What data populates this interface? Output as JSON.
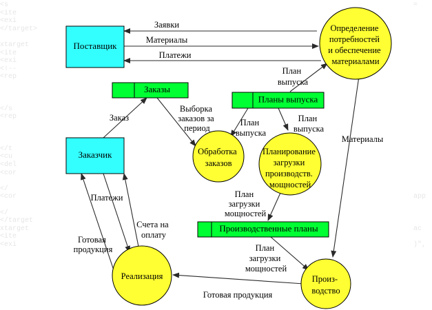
{
  "background_code": {
    "left": [
      "<s",
      "<ite",
      "<exi",
      "</target>",
      "",
      "xtarget",
      "<ite",
      "<exi",
      "<!--",
      "<rep",
      "",
      "",
      "",
      "</s",
      "<rep",
      "",
      "",
      "",
      "</t",
      "<cu",
      "<del",
      "<cor",
      "",
      "</",
      "<cor",
      "",
      "</",
      "</target",
      "xtarget",
      "<ite",
      "<exi"
    ],
    "right": [
      "=",
      "",
      "",
      "",
      "",
      "",
      "",
      "",
      "",
      "",
      "",
      "",
      "",
      "",
      "",
      "",
      "",
      "",
      "",
      "",
      "",
      "",
      "",
      "",
      "app",
      "",
      "",
      "",
      "ac",
      "",
      ")\","
    ]
  },
  "diagram": {
    "entities": {
      "supplier": "Поставщик",
      "customer": "Заказчик"
    },
    "processes": {
      "needs": [
        "Определение",
        "потребностей",
        "и обеспечение",
        "материалами"
      ],
      "orders_processing": [
        "Обработка",
        "заказов"
      ],
      "capacity_planning": [
        "Планирование",
        "загрузки",
        "производств.",
        "мощностей"
      ],
      "sales": [
        "Реализация"
      ],
      "production": [
        "Произ-",
        "водство"
      ]
    },
    "stores": {
      "orders": "Заказы",
      "release_plans": "Планы выпуска",
      "production_plans": "Производственные планы"
    },
    "flows": {
      "requests": [
        "Заявки"
      ],
      "materials_in": [
        "Материалы"
      ],
      "payments_out": [
        "Платежи"
      ],
      "order": [
        "Заказ"
      ],
      "order_sample": [
        "Выборка",
        "заказов за",
        "период"
      ],
      "release_plan_top": [
        "План",
        "выпуска"
      ],
      "release_plan_left": [
        "План",
        "выпуска"
      ],
      "release_plan_right": [
        "План",
        "выпуска"
      ],
      "materials_side": [
        "Материалы"
      ],
      "capacity_plan_1": [
        "План",
        "загрузки",
        "мощностей"
      ],
      "capacity_plan_2": [
        "План",
        "загрузки",
        "мощностей"
      ],
      "customer_payments": [
        "Платежи"
      ],
      "invoices": [
        "Счета на",
        "оплату"
      ],
      "finished_goods_left": [
        "Готовая",
        "продукция"
      ],
      "finished_goods_bottom": [
        "Готовая продукция"
      ]
    }
  },
  "colors": {
    "entity_fill": "#33ffff",
    "process_fill": "#ffff33",
    "store_fill": "#00ff33",
    "stroke": "#000000",
    "arrow": "#2a2a2a",
    "background_code_text": "#e6e6e6"
  }
}
